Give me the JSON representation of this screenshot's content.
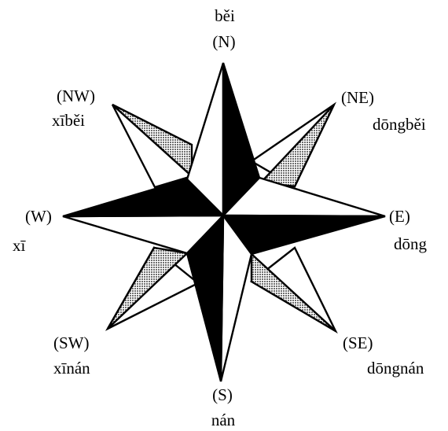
{
  "diagram": {
    "colors": {
      "ink": "#000000",
      "paper": "#ffffff",
      "dots": "#7a7a7a"
    },
    "directions": {
      "n": {
        "code": "(N)",
        "pinyin": "běi"
      },
      "ne": {
        "code": "(NE)",
        "pinyin": "dōngběi"
      },
      "e": {
        "code": "(E)",
        "pinyin": "dōng"
      },
      "se": {
        "code": "(SE)",
        "pinyin": "dōngnán"
      },
      "s": {
        "code": "(S)",
        "pinyin": "nán"
      },
      "sw": {
        "code": "(SW)",
        "pinyin": "xīnán"
      },
      "w": {
        "code": "(W)",
        "pinyin": "xī"
      },
      "nw": {
        "code": "(NW)",
        "pinyin": "xīběi"
      }
    }
  }
}
